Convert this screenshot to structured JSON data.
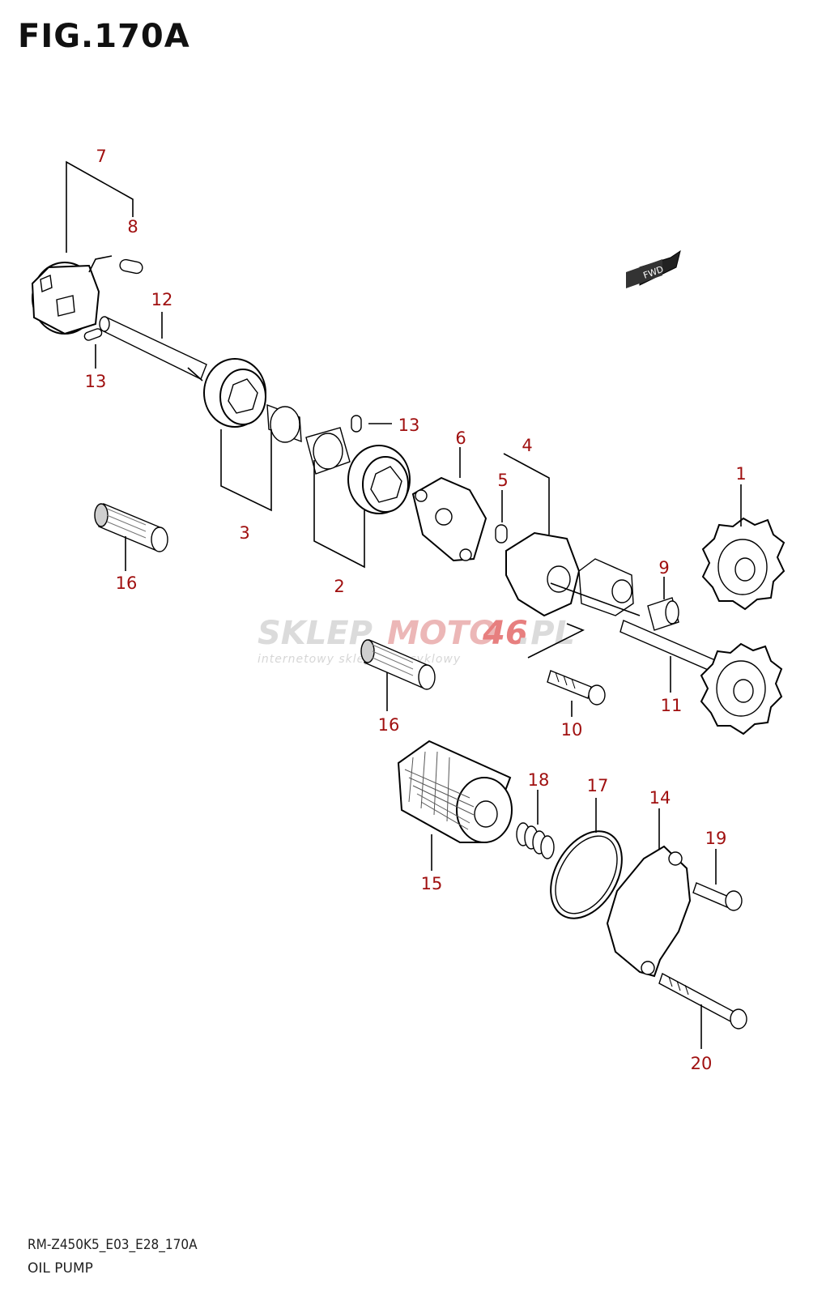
{
  "figure": {
    "title": "FIG.170A"
  },
  "footer": {
    "model_code": "RM-Z450K5_E03_E28_170A",
    "section_name": "OIL PUMP"
  },
  "watermark": {
    "brand_a": "SKLEP",
    "brand_b": "MOTO",
    "brand_c": "46",
    "brand_d": ".PL",
    "tagline": "internetowy sklep motocyklowy"
  },
  "fwd_label": "FWD",
  "callouts": {
    "c1": "1",
    "c2": "2",
    "c3": "3",
    "c4": "4",
    "c5": "5",
    "c6": "6",
    "c7": "7",
    "c8": "8",
    "c9": "9",
    "c10": "10",
    "c11": "11",
    "c12": "12",
    "c13a": "13",
    "c13b": "13",
    "c14": "14",
    "c15": "15",
    "c16a": "16",
    "c16b": "16",
    "c17": "17",
    "c18": "18",
    "c19": "19",
    "c20": "20"
  },
  "colors": {
    "callout": "#a01010",
    "watermark_grey": "#c9c9c9",
    "watermark_red": "#e05555"
  }
}
